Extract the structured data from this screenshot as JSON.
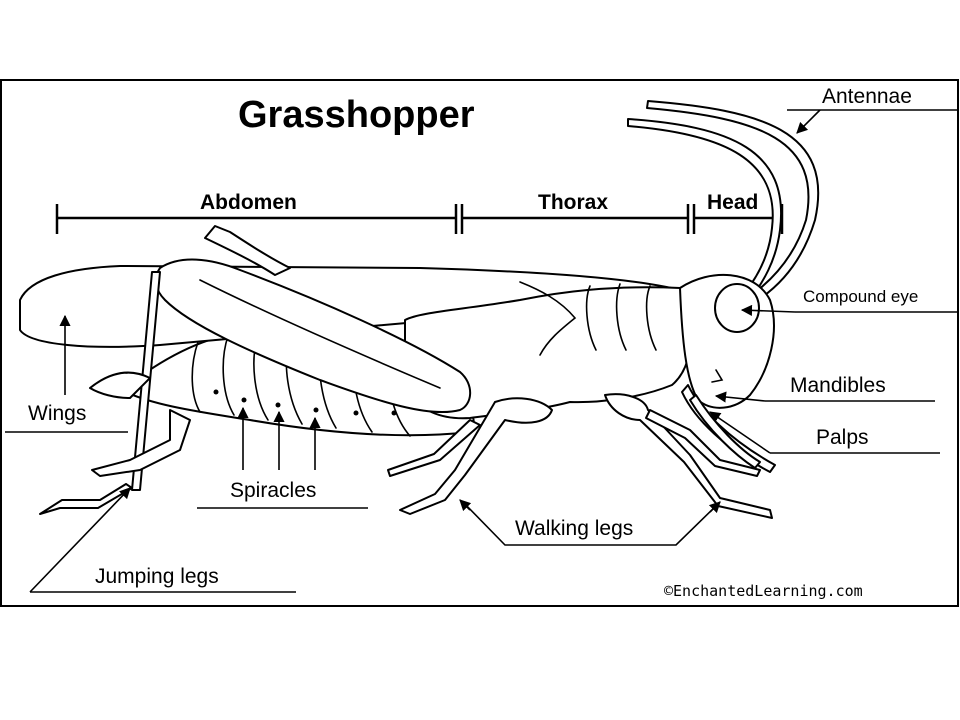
{
  "title": "Grasshopper",
  "regions": {
    "abdomen": "Abdomen",
    "thorax": "Thorax",
    "head": "Head"
  },
  "labels": {
    "antennae": "Antennae",
    "compound_eye": "Compound eye",
    "mandibles": "Mandibles",
    "palps": "Palps",
    "wings": "Wings",
    "spiracles": "Spiracles",
    "walking_legs": "Walking legs",
    "jumping_legs": "Jumping legs"
  },
  "credit": "©EnchantedLearning.com",
  "colors": {
    "background": "#ffffff",
    "ink": "#000000"
  }
}
